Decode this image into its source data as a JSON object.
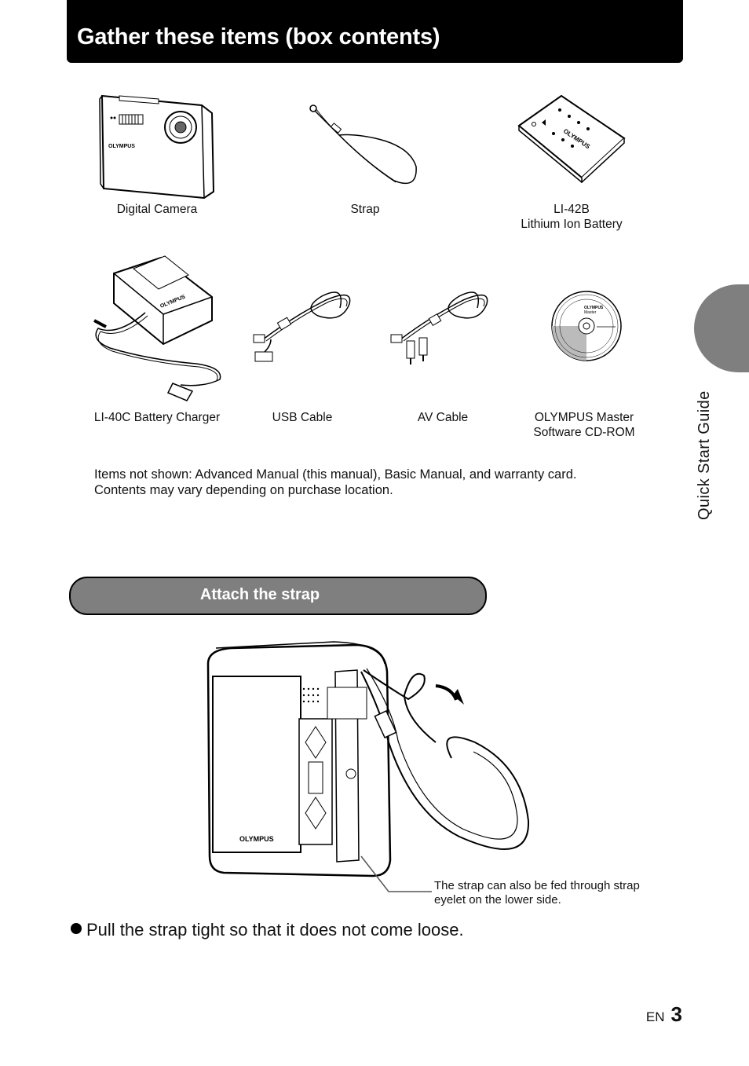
{
  "header": {
    "title": "Gather these items (box contents)"
  },
  "items": [
    {
      "label": "Digital Camera",
      "icon": "digital-camera-illustration"
    },
    {
      "label": "Strap",
      "icon": "strap-illustration"
    },
    {
      "label_lines": [
        "LI-42B",
        "Lithium Ion Battery"
      ],
      "icon": "battery-illustration"
    },
    {
      "label": "LI-40C Battery Charger",
      "icon": "battery-charger-illustration"
    },
    {
      "label": "USB Cable",
      "icon": "usb-cable-illustration"
    },
    {
      "label": "AV Cable",
      "icon": "av-cable-illustration"
    },
    {
      "label_lines": [
        "OLYMPUS Master",
        "Software CD-ROM"
      ],
      "icon": "cd-rom-illustration"
    }
  ],
  "note": {
    "lines": [
      "Items not shown: Advanced Manual (this manual), Basic Manual, and warranty card.",
      "Contents may vary depending on purchase location."
    ]
  },
  "side_tab": {
    "label": "Quick Start Guide"
  },
  "section": {
    "title": "Attach the strap"
  },
  "figure": {
    "brand": "OLYMPUS",
    "callout_lines": [
      "The strap can also be fed through strap",
      "eyelet on the lower side."
    ]
  },
  "instruction": "Pull the strap tight so that it does not come loose.",
  "footer": {
    "lang": "EN",
    "page": "3"
  }
}
